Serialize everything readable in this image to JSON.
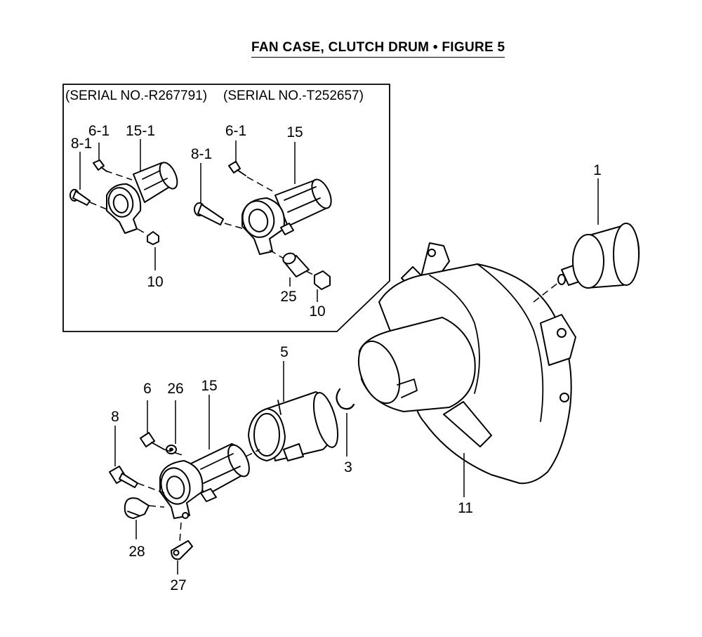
{
  "title": "FAN CASE, CLUTCH DRUM  •  FIGURE 5",
  "inset": {
    "serial_left": "(SERIAL NO.-R267791)",
    "serial_right": "(SERIAL NO.-T252657)"
  },
  "callouts": {
    "c_6_1_a": "6-1",
    "c_15_1": "15-1",
    "c_8_1_a": "8-1",
    "c_10_a": "10",
    "c_6_1_b": "6-1",
    "c_15_a": "15",
    "c_8_1_b": "8-1",
    "c_25": "25",
    "c_10_b": "10",
    "c_1": "1",
    "c_5": "5",
    "c_6": "6",
    "c_26": "26",
    "c_15_b": "15",
    "c_8": "8",
    "c_3": "3",
    "c_11": "11",
    "c_28": "28",
    "c_27": "27"
  }
}
